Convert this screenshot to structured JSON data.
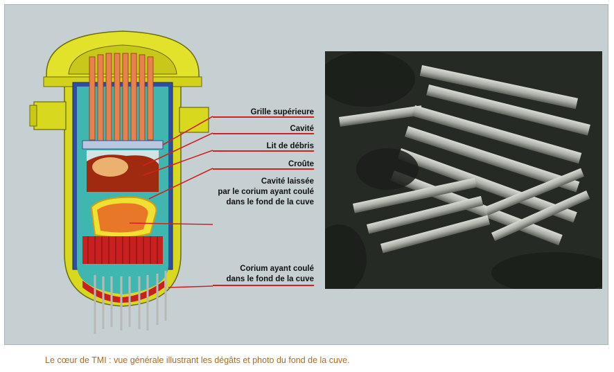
{
  "labels": {
    "upper_grid": "Grille supérieure",
    "cavity": "Cavité",
    "debris_bed": "Lit de débris",
    "crust": "Croûte",
    "cavity_left_line1": "Cavité laissée",
    "cavity_left_line2": "par le corium ayant coulé",
    "cavity_left_line3": "dans le fond de la cuve",
    "corium_line1": "Corium ayant coulé",
    "corium_line2": "dans le fond de la cuve"
  },
  "caption": "Le cœur de TMI : vue générale illustrant les dégâts et photo du fond de la cuve.",
  "colors": {
    "panel_bg": "#c6d0d2",
    "vessel_yellow": "#d8d81e",
    "vessel_teal": "#3fb7b0",
    "fuel_orange": "#e88050",
    "corium_red": "#c82020",
    "leader_red": "#d42020",
    "caption_brown": "#b06a1c"
  }
}
